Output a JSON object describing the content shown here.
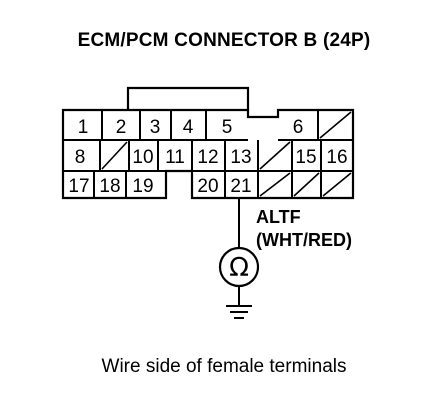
{
  "title": "ECM/PCM CONNECTOR B (24P)",
  "caption": "Wire side of female terminals",
  "wire": {
    "name": "ALTF",
    "color": "(WHT/RED)"
  },
  "meter_symbol": "Ω",
  "icons": [
    "ohmmeter-icon",
    "ground-icon"
  ],
  "connector": {
    "rows": [
      [
        "1",
        "2",
        "3",
        "4",
        "5",
        "",
        "",
        "6",
        ""
      ],
      [
        "8",
        "",
        "10",
        "11",
        "12",
        "13",
        "",
        "15",
        "16"
      ],
      [
        "17",
        "18",
        "19",
        "",
        "20",
        "21",
        "",
        "",
        ""
      ]
    ],
    "unused_cells": [
      "row1-col9",
      "row2-col2",
      "row2-col7",
      "row3-col7",
      "row3-col8",
      "row3-col9"
    ],
    "probed_terminal": "21"
  }
}
